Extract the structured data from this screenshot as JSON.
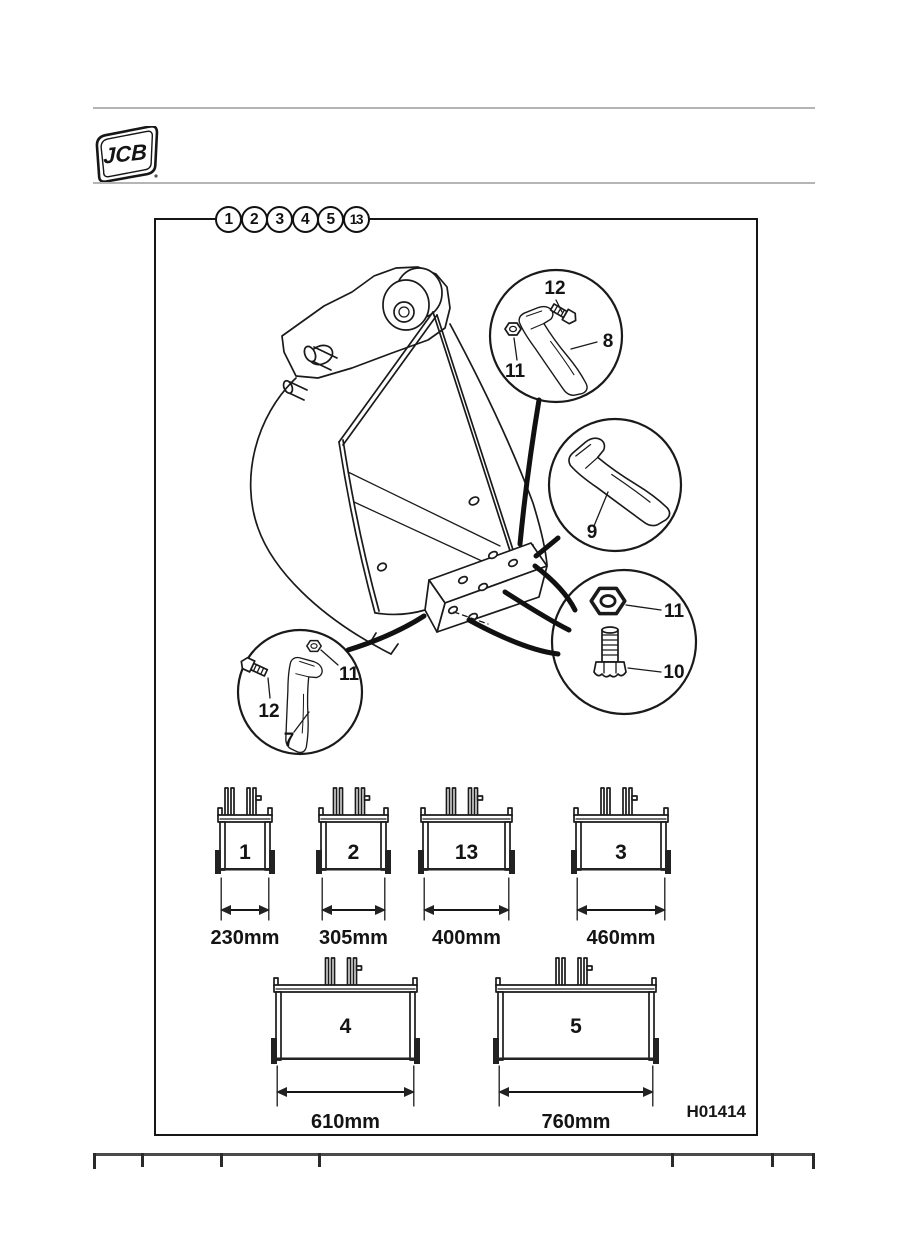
{
  "header": {
    "logo_text": "JCB"
  },
  "figure": {
    "id_label": "H01414",
    "callouts": [
      {
        "label": "1"
      },
      {
        "label": "2"
      },
      {
        "label": "3"
      },
      {
        "label": "4"
      },
      {
        "label": "5"
      },
      {
        "label": "13"
      }
    ],
    "details": {
      "top_right": {
        "bolt": "12",
        "part": "8",
        "nut": "11"
      },
      "center": {
        "part": "9"
      },
      "fasteners": {
        "nut": "11",
        "bolt": "10"
      },
      "left": {
        "bolt": "12",
        "part": "7",
        "nut": "11"
      }
    },
    "buckets": [
      {
        "number": "1",
        "width": "230mm"
      },
      {
        "number": "2",
        "width": "305mm"
      },
      {
        "number": "13",
        "width": "400mm"
      },
      {
        "number": "3",
        "width": "460mm"
      },
      {
        "number": "4",
        "width": "610mm"
      },
      {
        "number": "5",
        "width": "760mm"
      }
    ],
    "colors": {
      "line": "#1a1a1a",
      "rule_light": "#b5b5b5",
      "rule_dark": "#4a4a4a"
    }
  }
}
